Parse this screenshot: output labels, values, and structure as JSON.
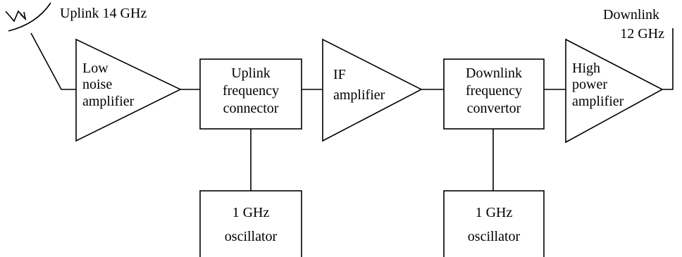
{
  "diagram": {
    "uplink_label": "Uplink 14 GHz",
    "downlink_label": [
      "Downlink",
      "12 GHz"
    ],
    "lna": [
      "Low",
      "noise",
      "amplifier"
    ],
    "uplink_conv": [
      "Uplink",
      "frequency",
      "connector"
    ],
    "if_amp": [
      "IF",
      "amplifier"
    ],
    "downlink_conv": [
      "Downlink",
      "frequency",
      "convertor"
    ],
    "hpa": [
      "High",
      "power",
      "amplifier"
    ],
    "osc1": [
      "1 GHz",
      "oscillator"
    ],
    "osc2": [
      "1 GHz",
      "oscillator"
    ]
  }
}
